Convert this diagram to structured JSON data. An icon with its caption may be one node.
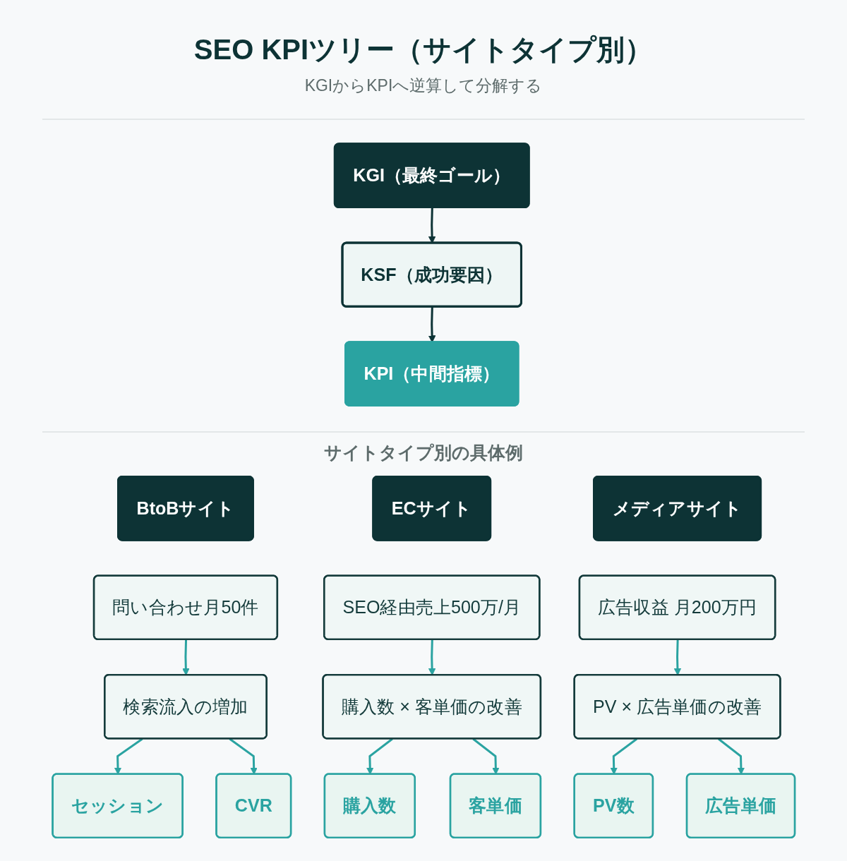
{
  "diagram": {
    "title": "SEO KPIツリー（サイトタイプ別）",
    "nodes": [
      {
        "text": [
          "KGI（最終ゴール）"
        ]
      },
      {
        "text": [
          "KSF（成功要因）"
        ]
      },
      {
        "text": [
          "KPI（中間指標）"
        ]
      },
      {
        "text": [
          "BtoBサイト"
        ]
      },
      {
        "text": [
          "問い合わせ月50件"
        ]
      },
      {
        "text": [
          "検索流入の増加"
        ]
      },
      {
        "text": [
          "セッション"
        ]
      },
      {
        "text": [
          "CVR"
        ]
      },
      {
        "text": [
          "ECサイト"
        ]
      },
      {
        "text": [
          "SEO経由売上500万/月"
        ]
      },
      {
        "text": [
          "購入数 × 客単価の改善"
        ]
      },
      {
        "text": [
          "購入数"
        ]
      },
      {
        "text": [
          "客単価"
        ]
      },
      {
        "text": [
          "メディアサイト"
        ]
      },
      {
        "text": [
          "広告収益 月200万円"
        ]
      },
      {
        "text": [
          "PV × 広告単価の改善"
        ]
      },
      {
        "text": [
          "PV数"
        ]
      },
      {
        "text": [
          "広告単価"
        ]
      }
    ],
    "edges": [
      {
        "from": 0,
        "to": 1,
        "arrow": "to",
        "color": "#0d3335"
      },
      {
        "from": 1,
        "to": 2,
        "arrow": "to",
        "color": "#0d3335"
      },
      {
        "from": 4,
        "to": 5,
        "arrow": "to"
      },
      {
        "from": 5,
        "to": 6,
        "arrow": "to"
      },
      {
        "from": 5,
        "to": 7,
        "arrow": "to"
      },
      {
        "from": 9,
        "to": 10,
        "arrow": "to"
      },
      {
        "from": 10,
        "to": 11,
        "arrow": "to"
      },
      {
        "from": 10,
        "to": 12,
        "arrow": "to"
      },
      {
        "from": 14,
        "to": 15,
        "arrow": "to"
      },
      {
        "from": 15,
        "to": 16,
        "arrow": "to"
      },
      {
        "from": 15,
        "to": 17,
        "arrow": "to"
      }
    ],
    "labels": [
      "KGIからKPIへ逆算して分解する",
      "サイトタイプ別の具体例"
    ]
  }
}
